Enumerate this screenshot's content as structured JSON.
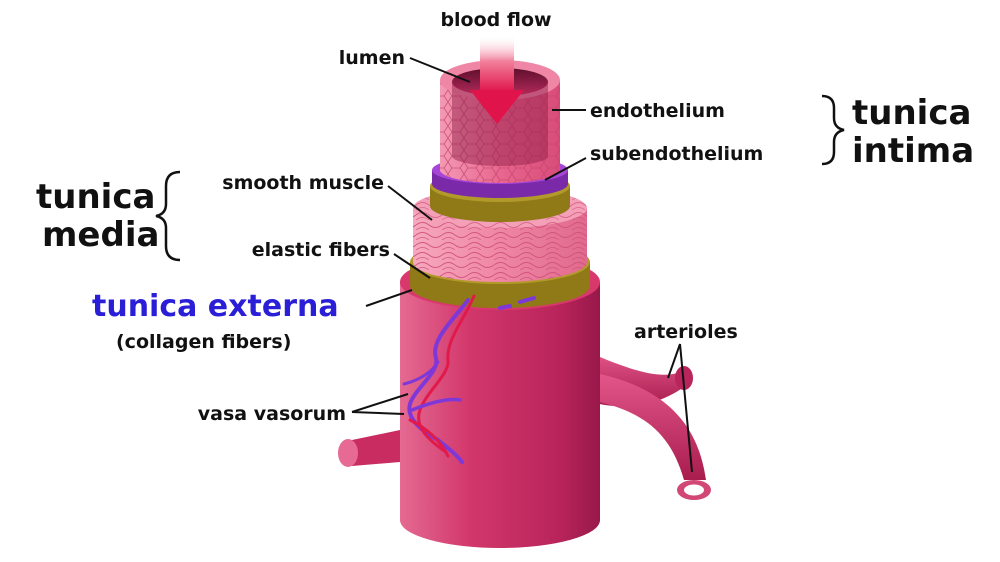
{
  "labels": {
    "blood_flow": "blood flow",
    "lumen": "lumen",
    "endothelium": "endothelium",
    "subendothelium": "subendothelium",
    "tunica_intima_line1": "tunica",
    "tunica_intima_line2": "intima",
    "smooth_muscle": "smooth muscle",
    "elastic_fibers": "elastic fibers",
    "tunica_media_line1": "tunica",
    "tunica_media_line2": "media",
    "tunica_externa": "tunica externa",
    "collagen_fibers": "(collagen fibers)",
    "arterioles": "arterioles",
    "vasa_vasorum": "vasa vasorum"
  },
  "colors": {
    "externa": "#cc2c62",
    "externa_dark": "#8f1840",
    "externa_light": "#e76b95",
    "media": "#f08aa8",
    "media_lines": "#c94a72",
    "elastic": "#9a8520",
    "subendothelium": "#8d2fc2",
    "intima": "#e9668f",
    "lumen": "#8c1a44",
    "arrow": "#e0144a",
    "accent_blue": "#2a1fd6",
    "vessel_purple": "#7e38d8"
  }
}
